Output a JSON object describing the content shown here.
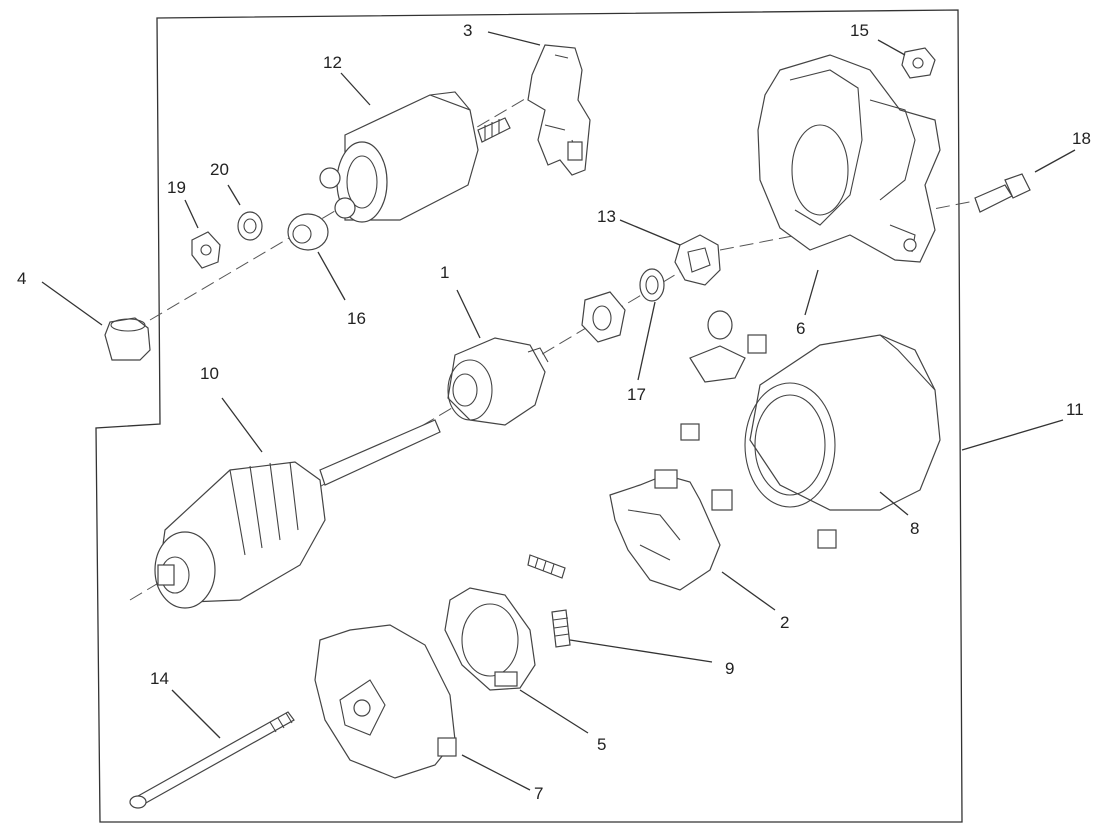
{
  "diagram": {
    "type": "exploded-parts-view",
    "colors": {
      "line": "#333333",
      "background": "#ffffff"
    },
    "callouts": [
      "1",
      "2",
      "3",
      "4",
      "5",
      "6",
      "7",
      "8",
      "9",
      "10",
      "11",
      "12",
      "13",
      "14",
      "15",
      "16",
      "17",
      "18",
      "19",
      "20"
    ]
  }
}
